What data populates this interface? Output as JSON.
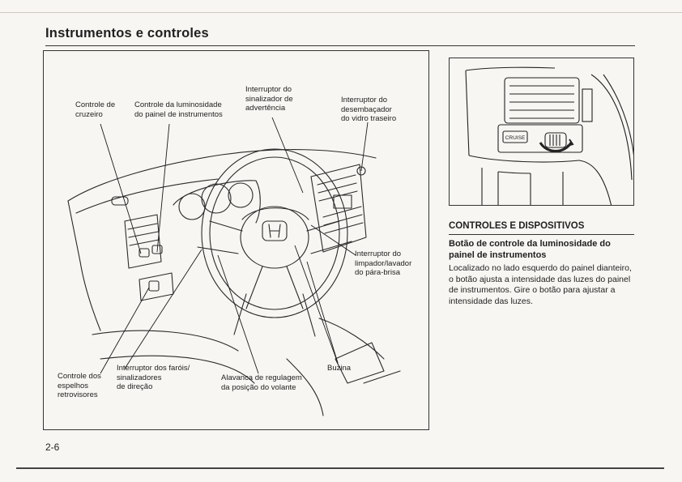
{
  "page": {
    "title": "Instrumentos e controles",
    "page_number": "2-6"
  },
  "figure": {
    "callouts": [
      {
        "id": "cruise",
        "text": "Controle de\ncruzeiro"
      },
      {
        "id": "dimmer",
        "text": "Controle da luminosidade\ndo painel de instrumentos"
      },
      {
        "id": "hazard",
        "text": "Interruptor do\nsinalizador de\nadvertência"
      },
      {
        "id": "defrost",
        "text": "Interruptor do\ndesembaçador\ndo vidro traseiro"
      },
      {
        "id": "wiper",
        "text": "Interruptor do\nlimpador/lavador\ndo pára-brisa"
      },
      {
        "id": "mirrors",
        "text": "Controle dos\nespelhos\nretrovisores"
      },
      {
        "id": "headlights",
        "text": "Interruptor dos faróis/\nsinalizadores\nde direção"
      },
      {
        "id": "tilt",
        "text": "Alavanca de regulagem\nda posição do volante"
      },
      {
        "id": "horn",
        "text": "Buzina"
      }
    ]
  },
  "photo": {
    "button_label": "CRUISE"
  },
  "section": {
    "heading": "CONTROLES E DISPOSITIVOS",
    "subheading": "Botão de controle da luminosidade do painel de instrumentos",
    "body": "Localizado no lado esquerdo do painel dianteiro, o botão ajusta a intensidade das luzes do painel de instrumentos. Gire o botão para ajustar a intensidade das luzes."
  }
}
